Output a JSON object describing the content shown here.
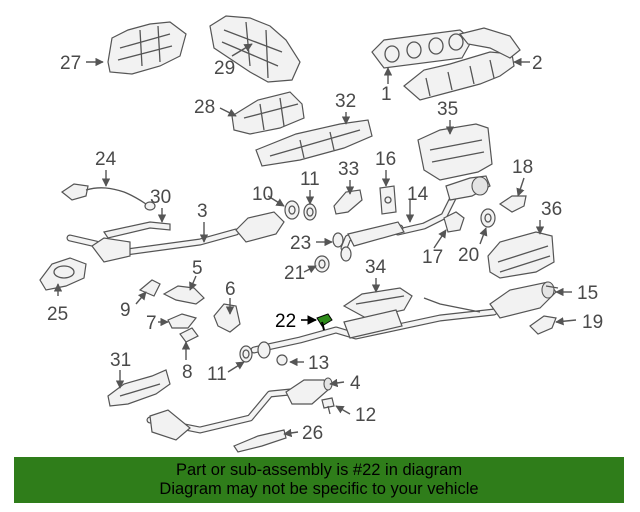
{
  "diagram": {
    "callouts": [
      "27",
      "29",
      "1",
      "2",
      "28",
      "32",
      "35",
      "24",
      "33",
      "16",
      "18",
      "30",
      "10",
      "11",
      "14",
      "3",
      "36",
      "23",
      "17",
      "20",
      "21",
      "34",
      "5",
      "9",
      "6",
      "15",
      "22",
      "7",
      "19",
      "8",
      "11",
      "13",
      "4",
      "31",
      "12",
      "26",
      "25"
    ],
    "highlighted_part": "22",
    "highlight_color": "#2e8b1a",
    "part_color": "#f2f2f2",
    "line_color": "#555555"
  },
  "banner": {
    "line1": "Part or sub-assembly is #22 in diagram",
    "line2": "Diagram may not be specific to your vehicle",
    "background": "#2f7d1a"
  }
}
